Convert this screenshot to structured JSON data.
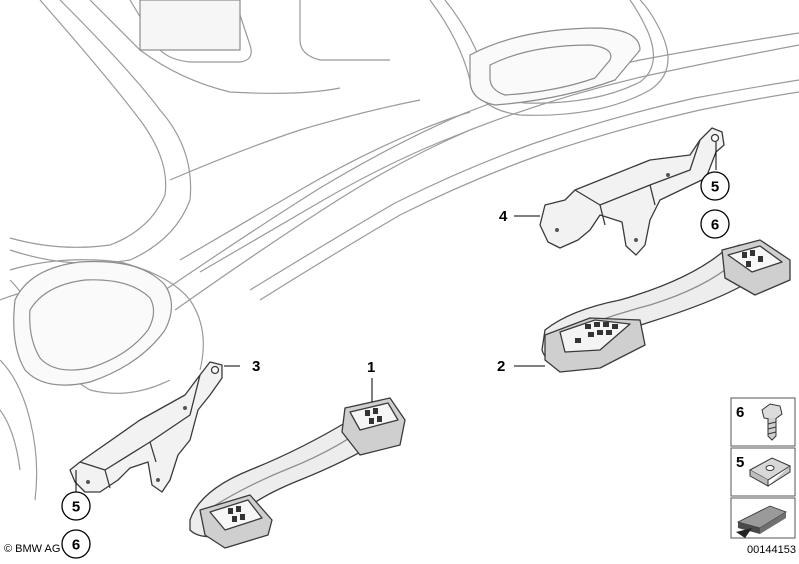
{
  "callouts": {
    "c1": "1",
    "c2": "2",
    "c3": "3",
    "c4": "4"
  },
  "circles": {
    "right_top": "5",
    "right_bottom": "6",
    "left_top": "5",
    "left_bottom": "6"
  },
  "legend": {
    "item_6": "6",
    "item_5": "5"
  },
  "footer": {
    "copyright": "© BMW AG",
    "diagram_id": "00144153"
  },
  "colors": {
    "line": "#3a3a3a",
    "light_line": "#8c8c8c",
    "fill": "#f2f2f2",
    "dark_fill": "#b5b5b5"
  }
}
